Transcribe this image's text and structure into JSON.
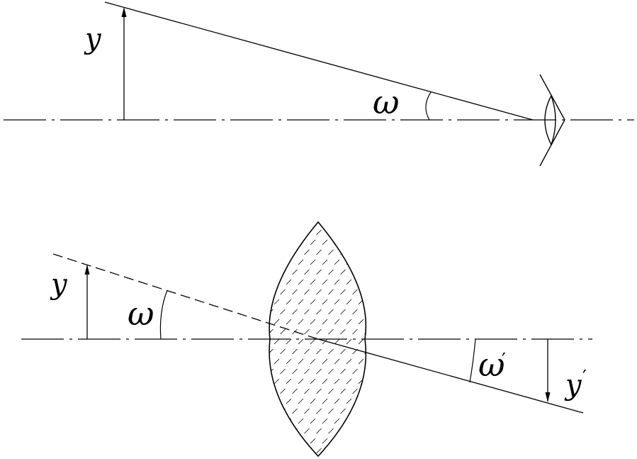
{
  "top_figure": {
    "object_height_label": "y",
    "angle_label": "ω"
  },
  "bottom_figure": {
    "object_height_label": "y",
    "object_angle_label": "ω",
    "image_angle_label": "ω",
    "image_angle_prime": "′",
    "image_height_label": "y",
    "image_height_prime": "′"
  }
}
